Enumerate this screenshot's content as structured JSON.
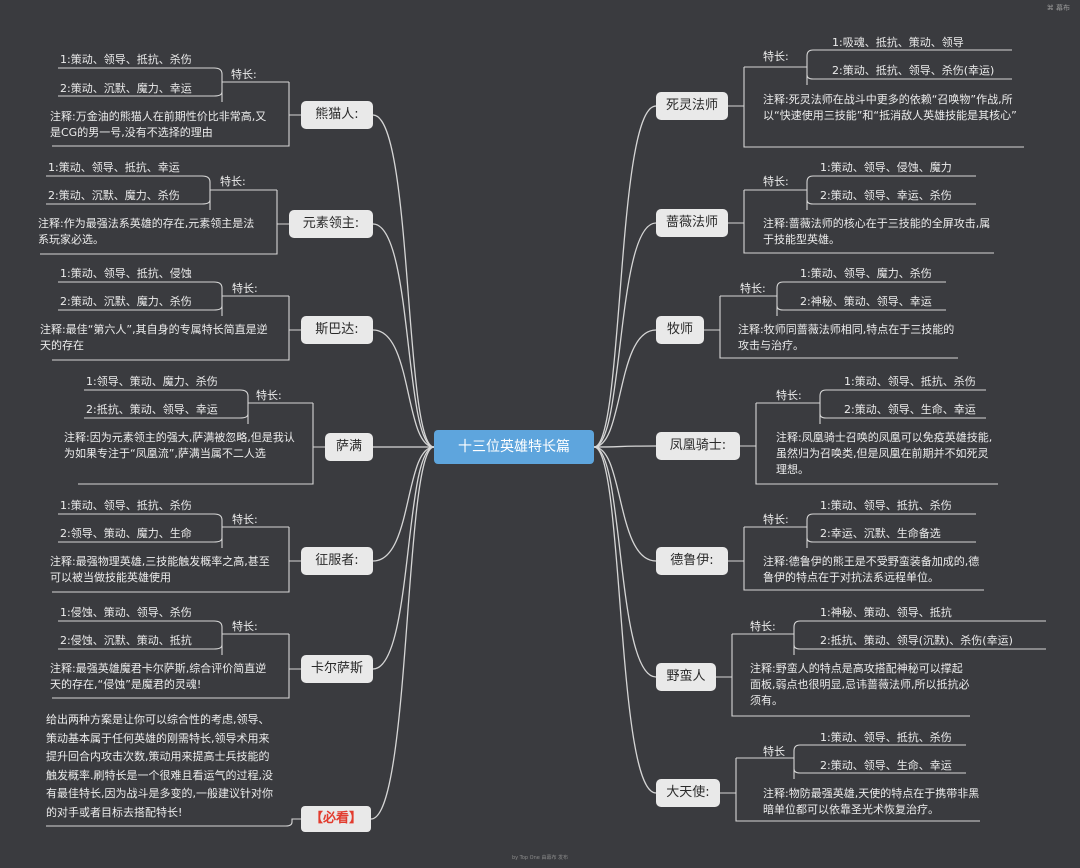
{
  "logo": "⌘ 幕布",
  "footer": "by Top One 由幕布 发布",
  "center": "十三位英雄特长篇",
  "must_read": "【必看】",
  "trait_label": "特长:",
  "heroes": {
    "panda": {
      "name": "熊猫人:",
      "o1": "1:策动、领导、抵抗、杀伤",
      "o2": "2:策动、沉默、魔力、幸运",
      "note": "注释:万金油的熊猫人在前期性价比非常高,又是CG的男一号,没有不选择的理由"
    },
    "elemental": {
      "name": "元素领主:",
      "o1": "1:策动、领导、抵抗、幸运",
      "o2": "2:策动、沉默、魔力、杀伤",
      "note": "注释:作为最强法系英雄的存在,元素领主是法系玩家必选。"
    },
    "sparta": {
      "name": "斯巴达:",
      "o1": "1:策动、领导、抵抗、侵蚀",
      "o2": "2:策动、沉默、魔力、杀伤",
      "note": "注释:最佳“第六人”,其自身的专属特长简直是逆天的存在"
    },
    "shaman": {
      "name": "萨满",
      "o1": "1:领导、策动、魔力、杀伤",
      "o2": "2:抵抗、策动、领导、幸运",
      "note": "注释:因为元素领主的强大,萨满被忽略,但是我认为如果专注于“凤凰流”,萨满当属不二人选"
    },
    "conqueror": {
      "name": "征服者:",
      "o1": "1:策动、领导、抵抗、杀伤",
      "o2": "2:领导、策动、魔力、生命",
      "note": "注释:最强物理英雄,三技能触发概率之高,甚至可以被当做技能英雄使用"
    },
    "kersas": {
      "name": "卡尔萨斯",
      "o1": "1:侵蚀、策动、领导、杀伤",
      "o2": "2:侵蚀、沉默、策动、抵抗",
      "note": "注释:最强英雄魔君卡尔萨斯,综合评价简直逆天的存在,“侵蚀”是魔君的灵魂!"
    },
    "necro": {
      "name": "死灵法师",
      "o1": "1:吸魂、抵抗、策动、领导",
      "o2": "2:策动、抵抗、领导、杀伤(幸运)",
      "note": "注释:死灵法师在战斗中更多的依赖“召唤物”作战,所以“快速使用三技能”和“抵消敌人英雄技能是其核心”"
    },
    "rose": {
      "name": "蔷薇法师",
      "o1": "1:策动、领导、侵蚀、魔力",
      "o2": "2:策动、领导、幸运、杀伤",
      "note": "注释:蔷薇法师的核心在于三技能的全屏攻击,属于技能型英雄。"
    },
    "priest": {
      "name": "牧师",
      "o1": "1:策动、领导、魔力、杀伤",
      "o2": "2:神秘、策动、领导、幸运",
      "note": "注释:牧师同蔷薇法师相同,特点在于三技能的攻击与治疗。",
      "label": "特长:"
    },
    "phoenix": {
      "name": "凤凰骑士:",
      "o1": "1:策动、领导、抵抗、杀伤",
      "o2": "2:策动、领导、生命、幸运",
      "note": "注释:凤凰骑士召唤的凤凰可以免疫英雄技能,虽然归为召唤类,但是凤凰在前期并不如死灵理想。"
    },
    "druid": {
      "name": "德鲁伊:",
      "o1": "1:策动、领导、抵抗、杀伤",
      "o2": "2:幸运、沉默、生命备选",
      "note": "注释:德鲁伊的熊王是不受野蛮装备加成的,德鲁伊的特点在于对抗法系远程单位。"
    },
    "barbarian": {
      "name": "野蛮人",
      "o1": "1:神秘、策动、领导、抵抗",
      "o2": "2:抵抗、策动、领导(沉默)、杀伤(幸运)",
      "note": "注释:野蛮人的特点是高攻搭配神秘可以撑起面板,弱点也很明显,忌讳蔷薇法师,所以抵抗必须有。"
    },
    "angel": {
      "name": "大天使:",
      "o1": "1:策动、领导、抵抗、杀伤",
      "o2": "2:策动、领导、生命、幸运",
      "note": "注释:物防最强英雄,天使的特点在于携带非黑暗单位都可以依靠圣光术恢复治疗。",
      "label": "特长"
    }
  },
  "summary": "给出两种方案是让你可以综合性的考虑,领导、策动基本属于任何英雄的刚需特长,领导术用来提升回合内攻击次数,策动用来提高士兵技能的触发概率.刷特长是一个很难且看运气的过程,没有最佳特长,因为战斗是多变的,一般建议针对你的对手或者目标去搭配特长!"
}
